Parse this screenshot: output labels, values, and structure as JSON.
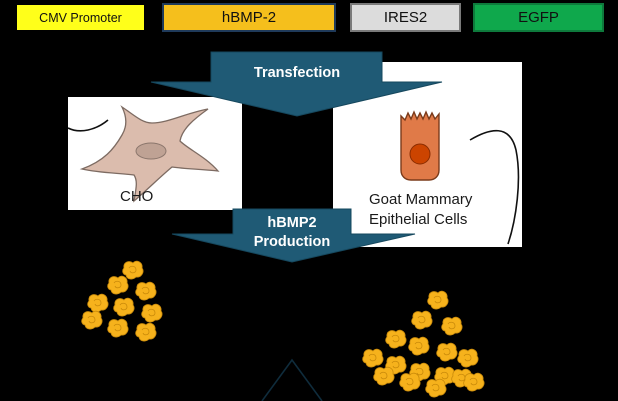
{
  "construct": {
    "cmv_promoter": "CMV Promoter",
    "hbmp2": "hBMP-2",
    "ires2": "IRES2",
    "egfp": "EGFP"
  },
  "arrows": {
    "transfection": "Transfection",
    "production_line1": "hBMP2",
    "production_line2": "Production"
  },
  "cells": {
    "cho": "CHO",
    "goat_line1": "Goat Mammary",
    "goat_line2": "Epithelial Cells"
  },
  "colors": {
    "background": "#000000",
    "cmv_promoter": "#ffff1a",
    "hbmp2": "#f5bf1c",
    "ires2": "#dcdcdc",
    "egfp": "#0fa84c",
    "arrow_fill": "#1f5a75",
    "cho_cell_fill": "#dbbcad",
    "goat_cell_fill": "#e07a48",
    "protein_fill": "#f6b21c"
  },
  "icons": {
    "cho_cell": "fibroblast-cell-icon",
    "goat_cell": "epithelial-cell-icon",
    "protein": "protein-blob-icon",
    "arrow": "down-arrow-icon"
  }
}
